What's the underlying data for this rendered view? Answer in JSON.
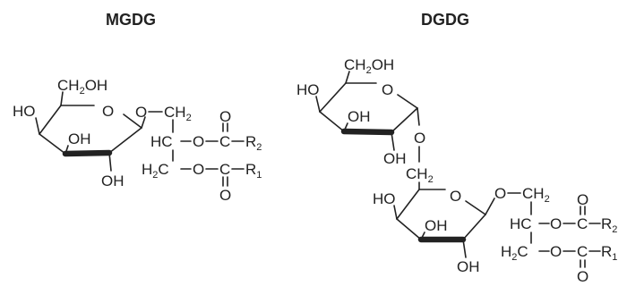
{
  "titles": {
    "mgdg": "MGDG",
    "dgdg": "DGDG"
  },
  "atoms": {
    "ho": "HO",
    "oh": "OH",
    "ch2oh_pre": "CH",
    "ch2oh_sub": "2",
    "ch2oh_post": "OH",
    "o": "O",
    "ch2_pre": "CH",
    "ch2_sub": "2",
    "hc": "HC",
    "h2c_pre": "H",
    "h2c_sub": "2",
    "h2c_post": "C",
    "c": "C",
    "r": "R",
    "r2_sub": "2",
    "r1_sub": "1"
  }
}
